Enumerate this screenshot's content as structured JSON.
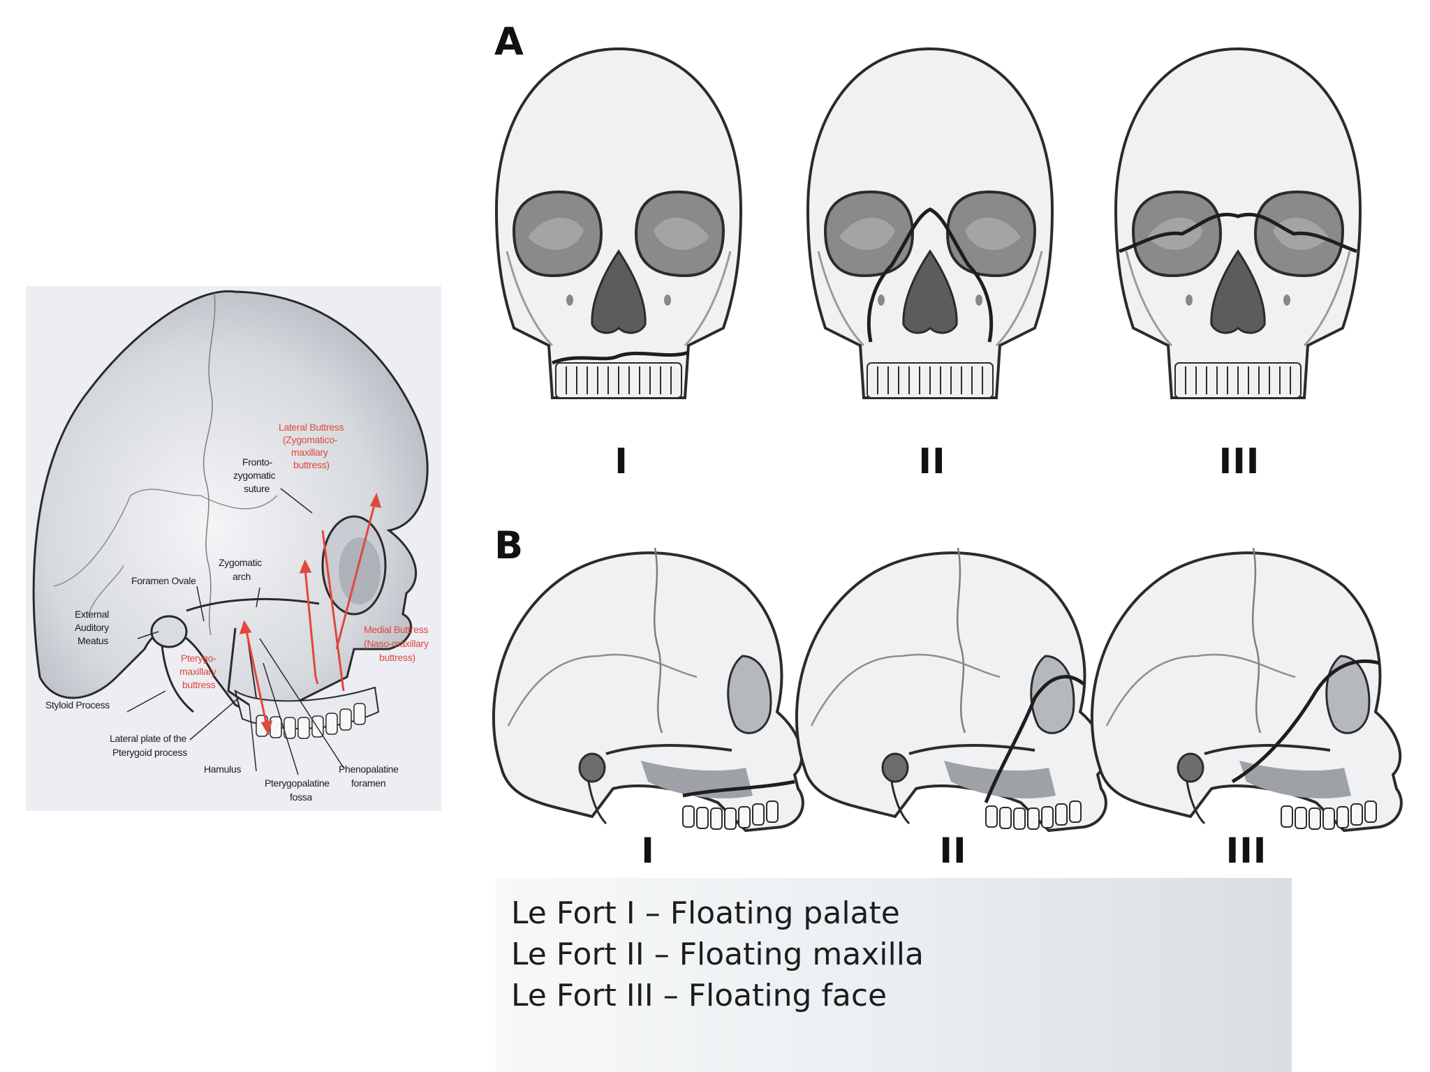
{
  "left_panel": {
    "labels": {
      "lateral_buttress": "Lateral Buttress",
      "lateral_buttress_sub1": "(Zygomatico-",
      "lateral_buttress_sub2": "maxillary",
      "lateral_buttress_sub3": "buttress)",
      "fronto": "Fronto-",
      "zygomatic": "zygomatic",
      "suture": "suture",
      "zygomatic_arch1": "Zygomatic",
      "zygomatic_arch2": "arch",
      "foramen_ovale": "Foramen Ovale",
      "external1": "External",
      "external2": "Auditory",
      "external3": "Meatus",
      "medial1": "Medial Buttress",
      "medial2": "(Naso-maxillary",
      "medial3": "buttress)",
      "ptery1": "Pterygo-",
      "ptery2": "maxillary",
      "ptery3": "buttress",
      "styloid": "Styloid Process",
      "lateral_plate1": "Lateral plate of the",
      "lateral_plate2": "Pterygoid process",
      "hamulus": "Hamulus",
      "pterygopalatine1": "Pterygopalatine",
      "pterygopalatine2": "fossa",
      "phenopalatine1": "Phenopalatine",
      "phenopalatine2": "foramen"
    },
    "colors": {
      "annotation_red": "#e0473d",
      "background": "#eceef3"
    }
  },
  "panel_a": {
    "letter": "A",
    "numerals": [
      "I",
      "II",
      "III"
    ]
  },
  "panel_b": {
    "letter": "B",
    "numerals": [
      "I",
      "II",
      "III"
    ]
  },
  "caption": {
    "line1": "Le Fort I – Floating palate",
    "line2": "Le Fort II – Floating maxilla",
    "line3": "Le Fort III – Floating face"
  }
}
